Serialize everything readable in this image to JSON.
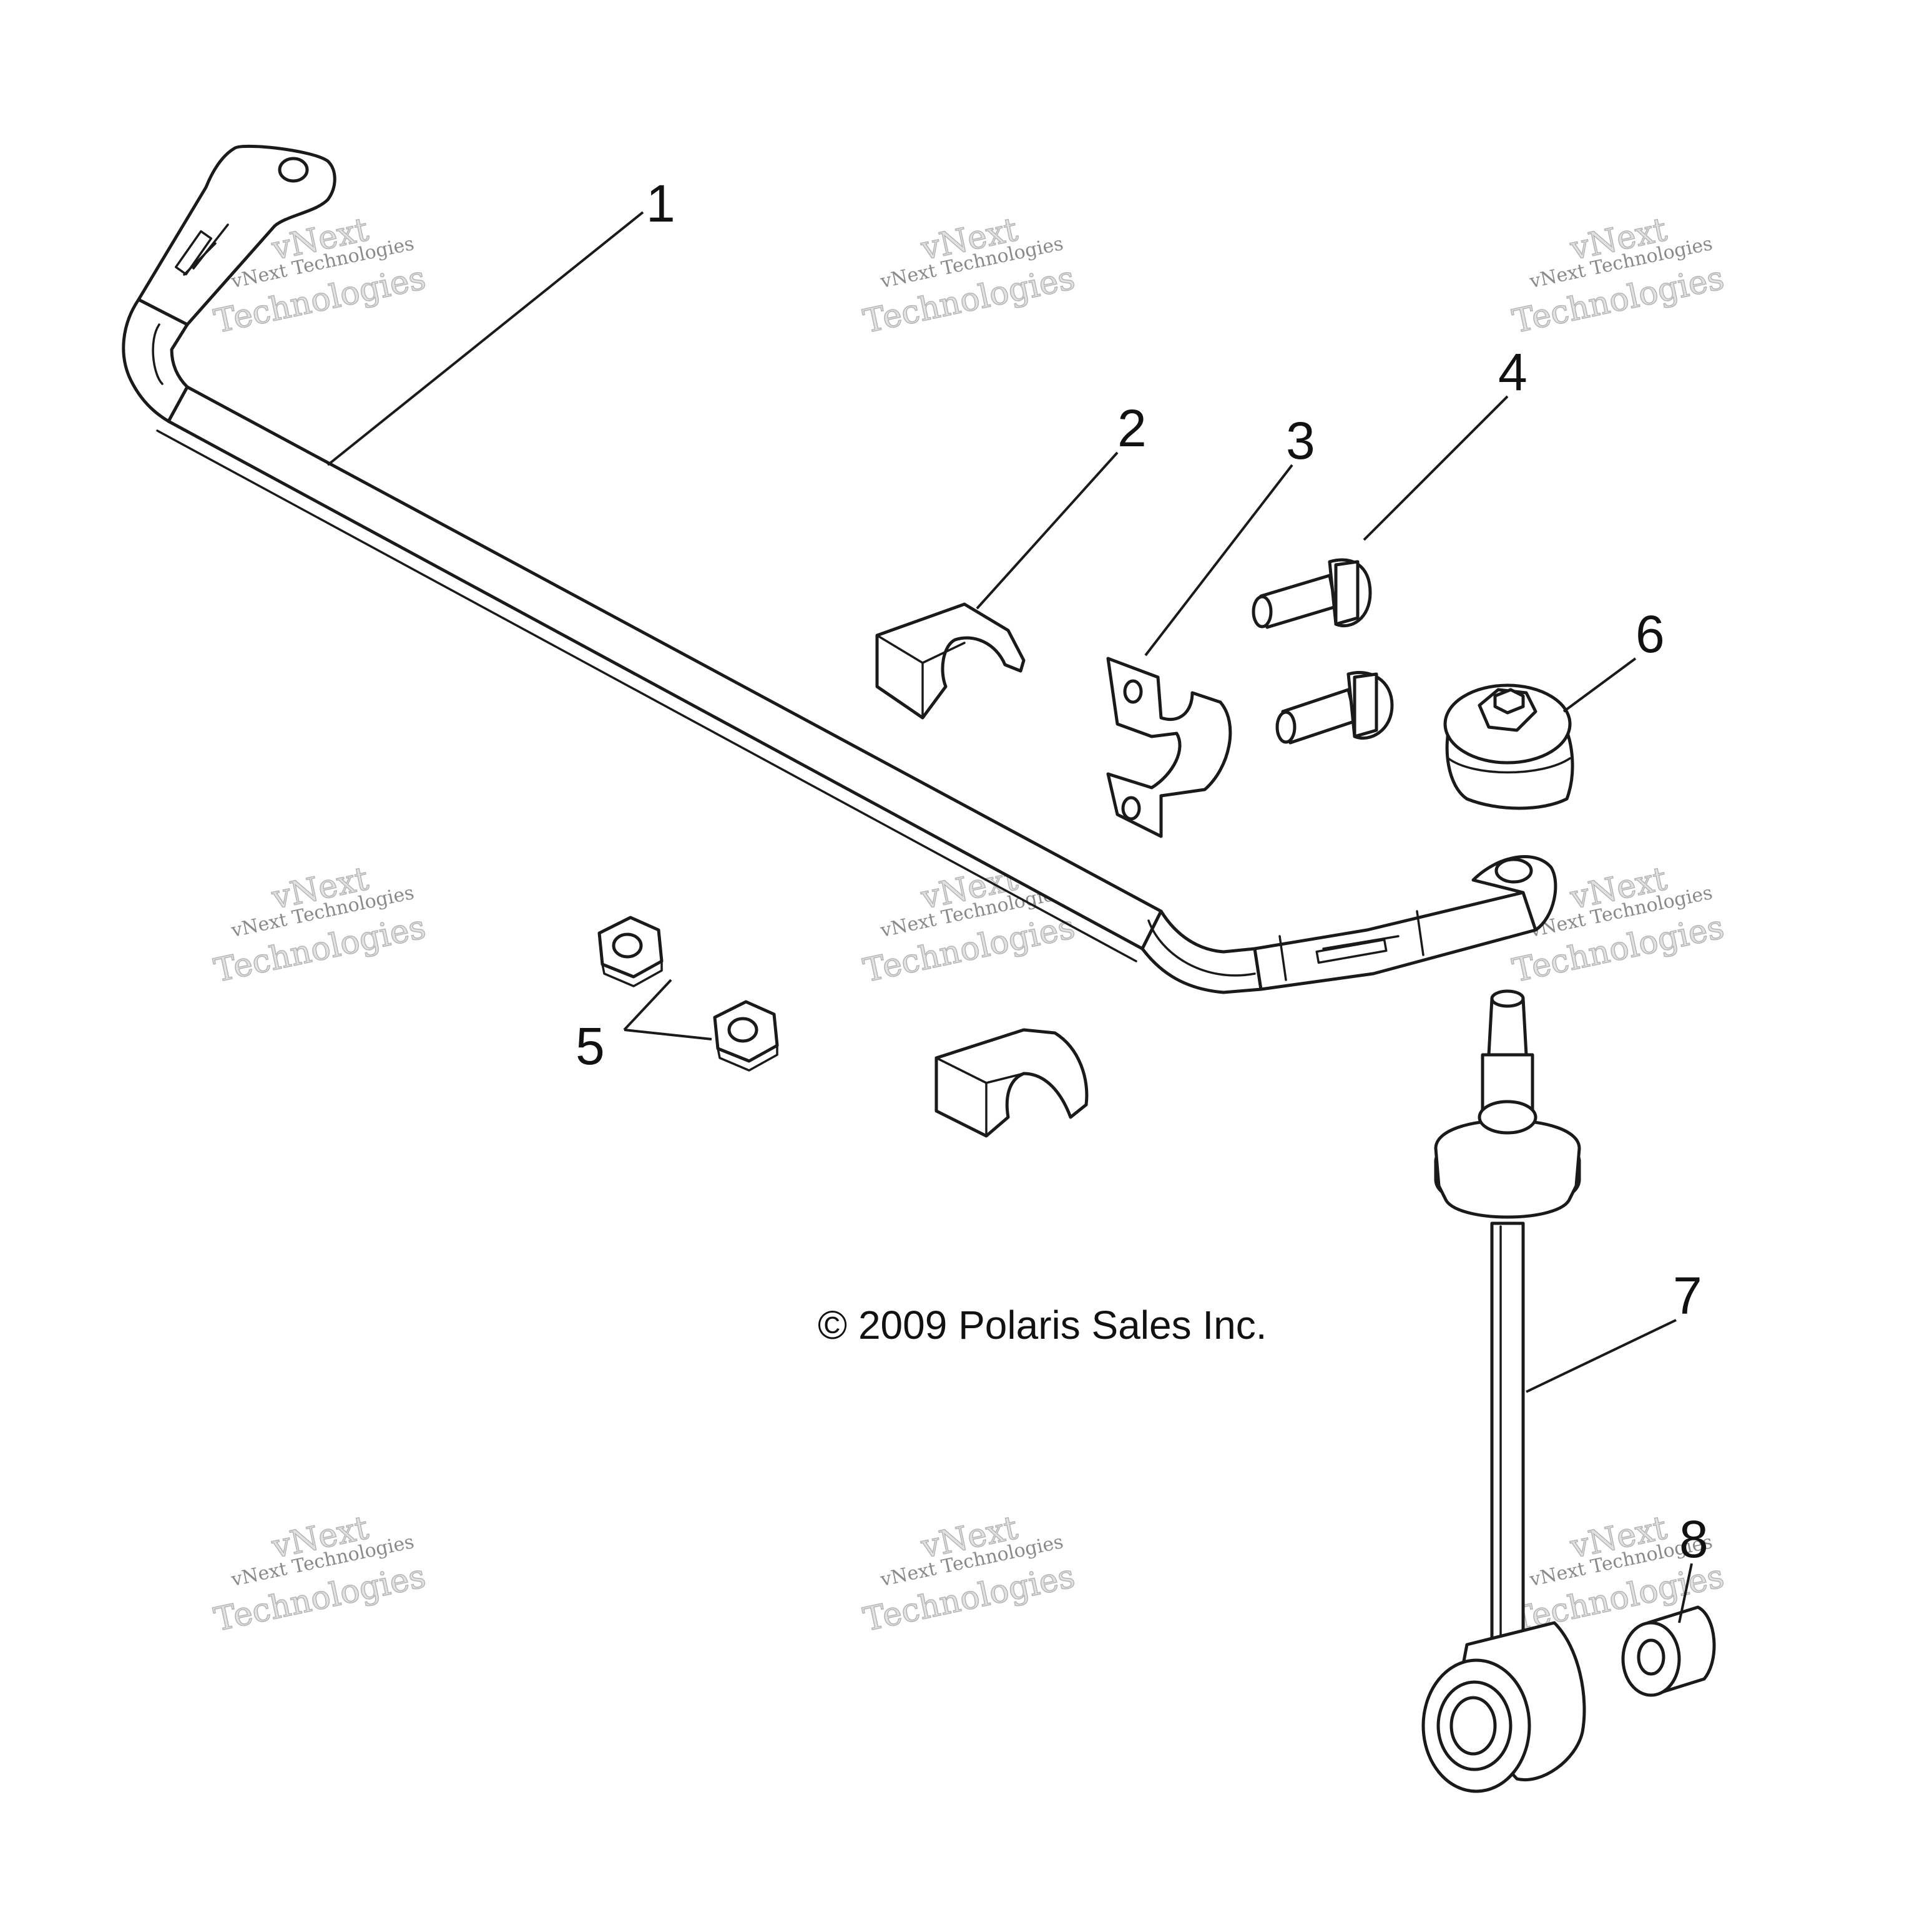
{
  "callouts": [
    {
      "id": "1",
      "label": "1"
    },
    {
      "id": "2",
      "label": "2"
    },
    {
      "id": "3",
      "label": "3"
    },
    {
      "id": "4",
      "label": "4"
    },
    {
      "id": "5",
      "label": "5"
    },
    {
      "id": "6",
      "label": "6"
    },
    {
      "id": "7",
      "label": "7"
    },
    {
      "id": "8",
      "label": "8"
    }
  ],
  "copyright": "© 2009 Polaris Sales Inc.",
  "watermark": {
    "top_line": "vNext",
    "middle_line": "vNext Technologies",
    "bottom_line": "Technologies"
  }
}
